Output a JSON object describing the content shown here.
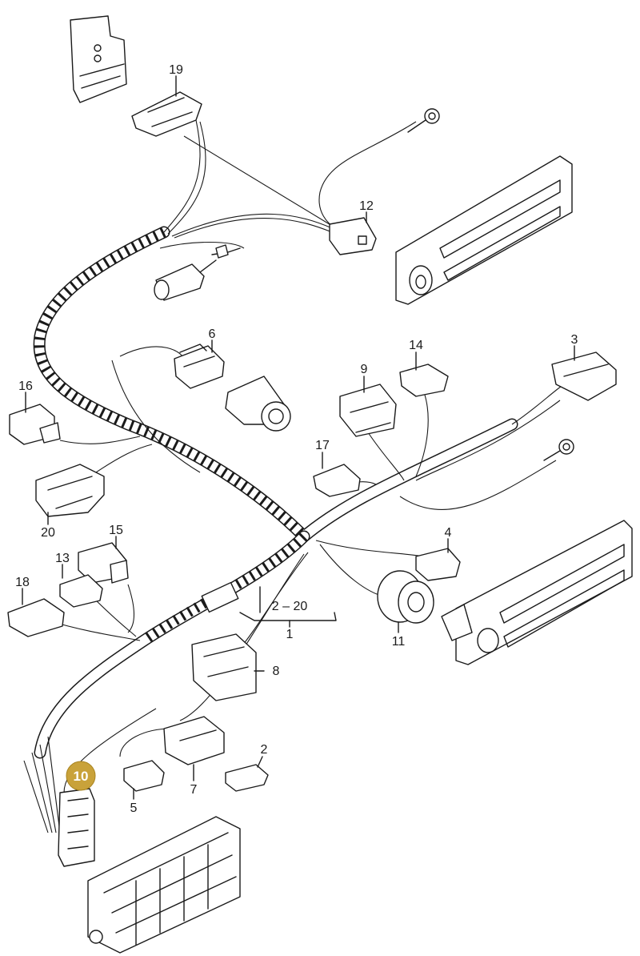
{
  "callouts": {
    "c2": "2",
    "c3": "3",
    "c4": "4",
    "c5": "5",
    "c6": "6",
    "c7": "7",
    "c8": "8",
    "c9": "9",
    "c11": "11",
    "c12": "12",
    "c13": "13",
    "c14": "14",
    "c15": "15",
    "c16": "16",
    "c17": "17",
    "c18": "18",
    "c19": "19",
    "c20": "20"
  },
  "range_label": "2 – 20",
  "assembly_label": "1",
  "highlight": {
    "label": "10",
    "color": "#c9a23a"
  }
}
